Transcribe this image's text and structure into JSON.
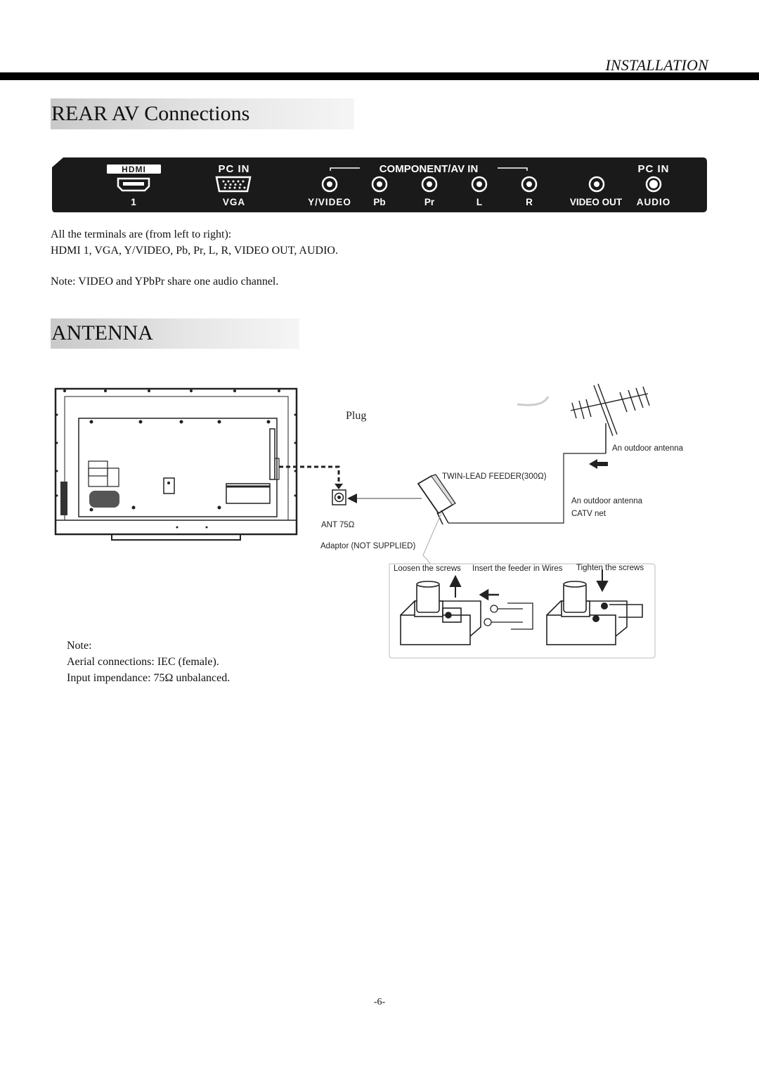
{
  "header": {
    "section": "INSTALLATION"
  },
  "rear_av": {
    "title": "REAR AV Connections",
    "panel": {
      "group_labels": {
        "hdmi": "HDMI",
        "pc_in_vga": "PC IN",
        "component": "COMPONENT/AV IN",
        "pc_in_audio": "PC IN"
      },
      "port_labels": [
        "1",
        "VGA",
        "Y/VIDEO",
        "Pb",
        "Pr",
        "L",
        "R",
        "VIDEO OUT",
        "AUDIO"
      ]
    },
    "desc_line1": "All the terminals are (from left to right):",
    "desc_line2": "HDMI 1, VGA, Y/VIDEO, Pb, Pr, L, R, VIDEO OUT, AUDIO.",
    "note": "Note: VIDEO and YPbPr share one audio channel."
  },
  "antenna": {
    "title": "ANTENNA",
    "diagram": {
      "plug": "Plug",
      "outdoor_antenna": "An outdoor antenna",
      "feeder": "TWIN-LEAD FEEDER(300Ω)",
      "outdoor_antenna_2": "An outdoor antenna",
      "catv": "CATV net",
      "ant75": "ANT 75Ω",
      "adaptor": "Adaptor (NOT SUPPLIED)",
      "step1": "Loosen the screws",
      "step2": "Insert the feeder in Wires",
      "step3": "Tighten the screws"
    },
    "note_title": "Note:",
    "note_line1": "Aerial connections: IEC (female).",
    "note_line2": "Input impendance: 75Ω unbalanced."
  },
  "footer": {
    "page_number": "-6-"
  }
}
